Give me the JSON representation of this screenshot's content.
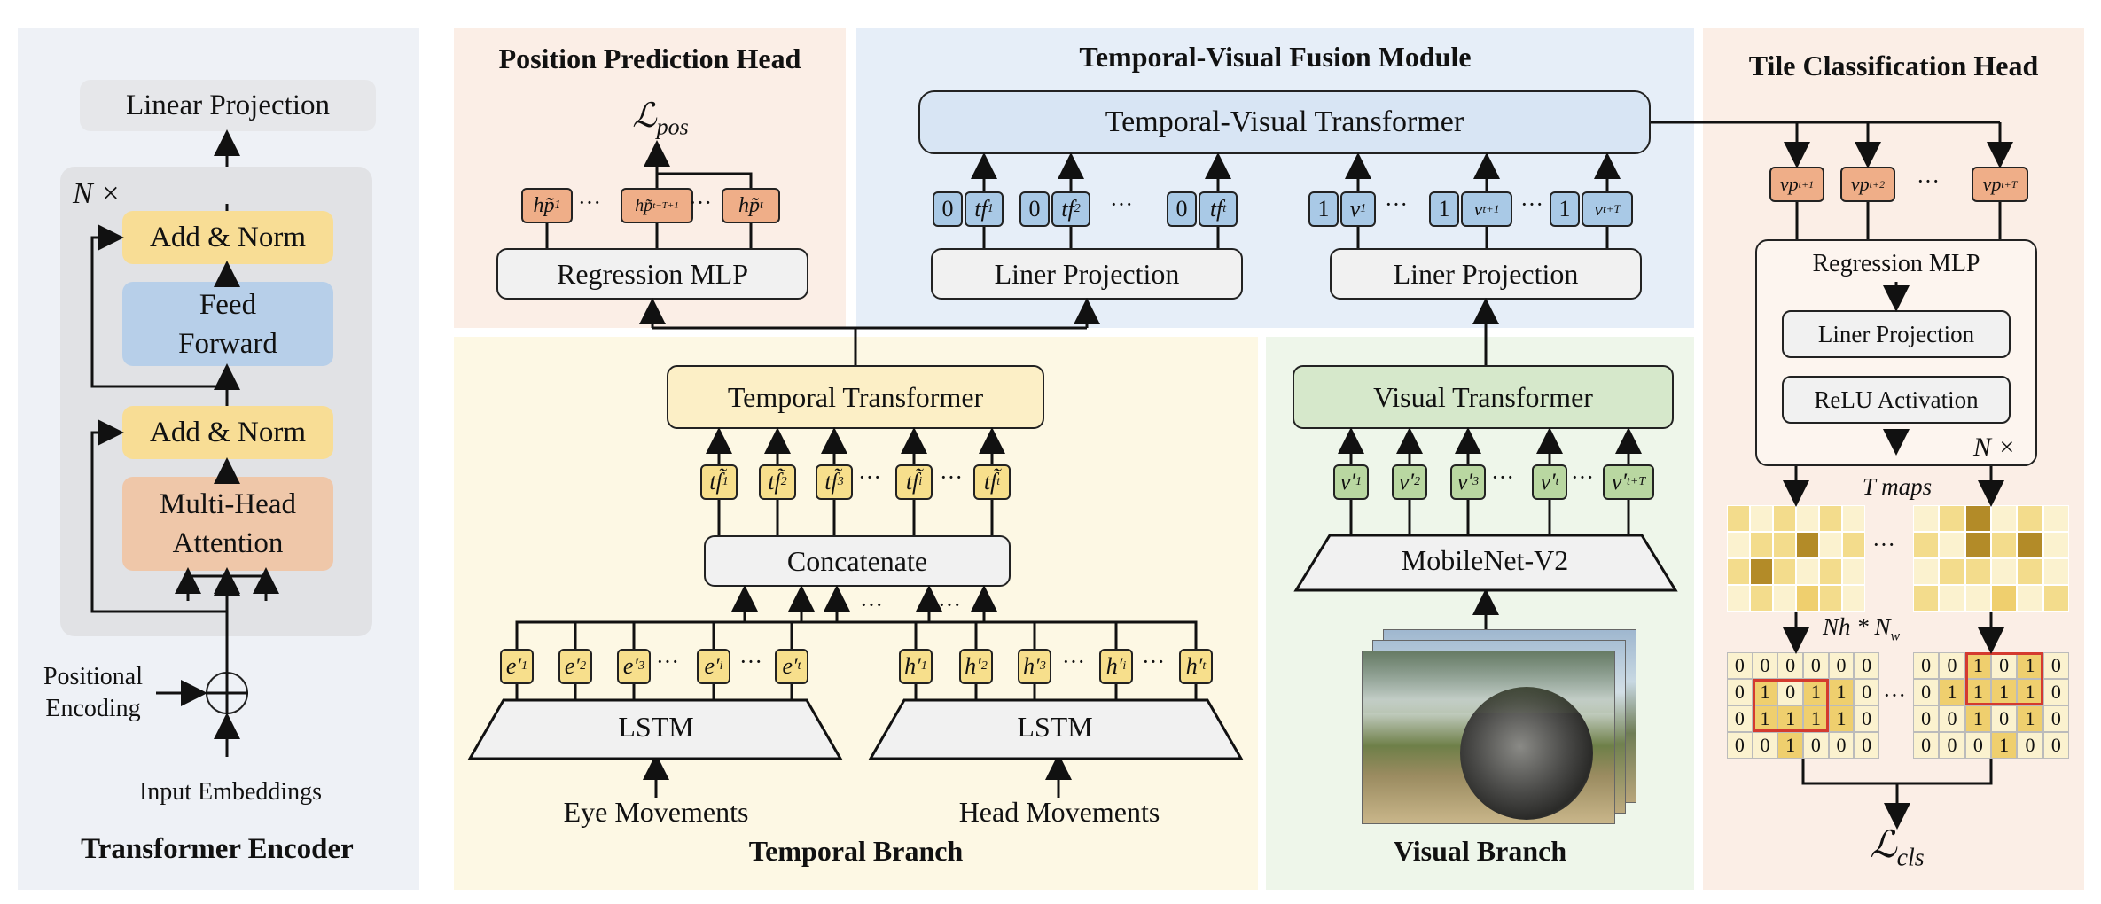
{
  "panels": {
    "transformer_encoder": "Transformer Encoder",
    "position_head": "Position Prediction Head",
    "fusion": "Temporal-Visual Fusion Module",
    "tile_head": "Tile Classification Head",
    "temporal_branch": "Temporal Branch",
    "visual_branch": "Visual Branch"
  },
  "encoder": {
    "linear_projection": "Linear Projection",
    "n_times": "N ×",
    "add_norm_top": "Add & Norm",
    "feed_forward_1": "Feed",
    "feed_forward_2": "Forward",
    "add_norm_bottom": "Add & Norm",
    "mha_1": "Multi-Head",
    "mha_2": "Attention",
    "positional_1": "Positional",
    "positional_2": "Encoding",
    "input_embeddings": "Input Embeddings"
  },
  "position_head": {
    "loss": "ℒ",
    "loss_sub": "pos",
    "tokens": [
      "hp̃",
      "hp̃",
      "hp̃"
    ],
    "token_subs": [
      "1",
      "t−T+1",
      "t"
    ],
    "ellipsis": "···",
    "regression_mlp": "Regression MLP"
  },
  "fusion": {
    "transformer": "Temporal-Visual Transformer",
    "left_zero": "0",
    "left_tokens": [
      "tf",
      "tf",
      "tf"
    ],
    "left_subs": [
      "1",
      "2",
      "t"
    ],
    "right_one": "1",
    "right_tokens": [
      "v",
      "v",
      "v"
    ],
    "right_subs": [
      "1",
      "t+1",
      "t+T"
    ],
    "ellipsis": "···",
    "liner_projection_left": "Liner Projection",
    "liner_projection_right": "Liner Projection"
  },
  "temporal": {
    "transformer": "Temporal Transformer",
    "tf_tokens": [
      "tf̃",
      "tf̃",
      "tf̃",
      "tf̃",
      "tf̃"
    ],
    "tf_subs": [
      "1",
      "2",
      "3",
      "i",
      "t"
    ],
    "concatenate": "Concatenate",
    "e_tokens": [
      "e′",
      "e′",
      "e′",
      "e′",
      "e′"
    ],
    "e_subs": [
      "1",
      "2",
      "3",
      "i",
      "t"
    ],
    "h_tokens": [
      "h′",
      "h′",
      "h′",
      "h′",
      "h′"
    ],
    "h_subs": [
      "1",
      "2",
      "3",
      "i",
      "t"
    ],
    "lstm_left": "LSTM",
    "lstm_right": "LSTM",
    "eye": "Eye Movements",
    "head": "Head Movements",
    "ellipsis": "···"
  },
  "visual": {
    "transformer": "Visual Transformer",
    "v_tokens": [
      "v′",
      "v′",
      "v′",
      "v′",
      "v′"
    ],
    "v_subs": [
      "1",
      "2",
      "3",
      "t",
      "t+T"
    ],
    "mobilenet": "MobileNet-V2",
    "ellipsis": "···"
  },
  "tile_head": {
    "vp_tokens": [
      "vp",
      "vp",
      "vp"
    ],
    "vp_subs": [
      "t+1",
      "t+2",
      "t+T"
    ],
    "regression_mlp": "Regression MLP",
    "liner_projection": "Liner Projection",
    "relu": "ReLU Activation",
    "n_times": "N ×",
    "t_maps": "T maps",
    "nh_nw": "N",
    "nh_nw_rest": "h * N",
    "nh_nw_w": "w",
    "loss": "ℒ",
    "loss_sub": "cls",
    "ellipsis": "···",
    "grid_left": [
      [
        0,
        0,
        0,
        0,
        0,
        0
      ],
      [
        0,
        1,
        0,
        1,
        1,
        0
      ],
      [
        0,
        1,
        1,
        1,
        1,
        0
      ],
      [
        0,
        0,
        1,
        0,
        0,
        0
      ]
    ],
    "grid_right": [
      [
        0,
        0,
        1,
        0,
        1,
        0
      ],
      [
        0,
        1,
        1,
        1,
        1,
        0
      ],
      [
        0,
        0,
        1,
        0,
        1,
        0
      ],
      [
        0,
        0,
        0,
        1,
        0,
        0
      ]
    ]
  },
  "colors": {
    "encoder_bg": "#eef1f6",
    "position_bg": "#fbeee6",
    "fusion_bg": "#e6eef8",
    "tile_bg": "#fbeee6",
    "temporal_bg": "#fdf8e4",
    "visual_bg": "#eef6ea"
  }
}
